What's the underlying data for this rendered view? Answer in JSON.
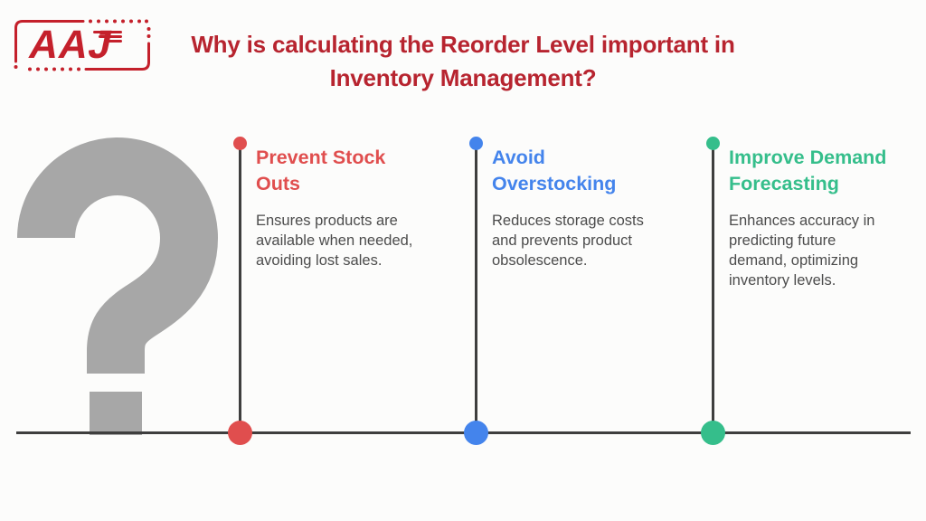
{
  "page": {
    "background": "#FCFCFB"
  },
  "logo": {
    "text": "AAJ",
    "color": "#C4202B",
    "icon": "aaj-speed-logo"
  },
  "title": {
    "text": "Why is calculating the Reorder Level important in\nInventory Management?",
    "color": "#B7242F"
  },
  "question_mark": {
    "glyph": "?",
    "color": "#A7A7A7"
  },
  "timeline": {
    "line_color": "#3E3E3E"
  },
  "body_text_color": "#4C4C4C",
  "columns": [
    {
      "heading": "Prevent Stock\nOuts",
      "body": "Ensures products are\navailable when needed,\navoiding lost sales.",
      "accent": "#E04E4E"
    },
    {
      "heading": "Avoid\nOverstocking",
      "body": "Reduces storage costs\nand prevents product\nobsolescence.",
      "accent": "#4484EC"
    },
    {
      "heading": "Improve Demand\nForecasting",
      "body": "Enhances accuracy in\npredicting future\ndemand, optimizing\ninventory levels.",
      "accent": "#35BE8B"
    }
  ]
}
